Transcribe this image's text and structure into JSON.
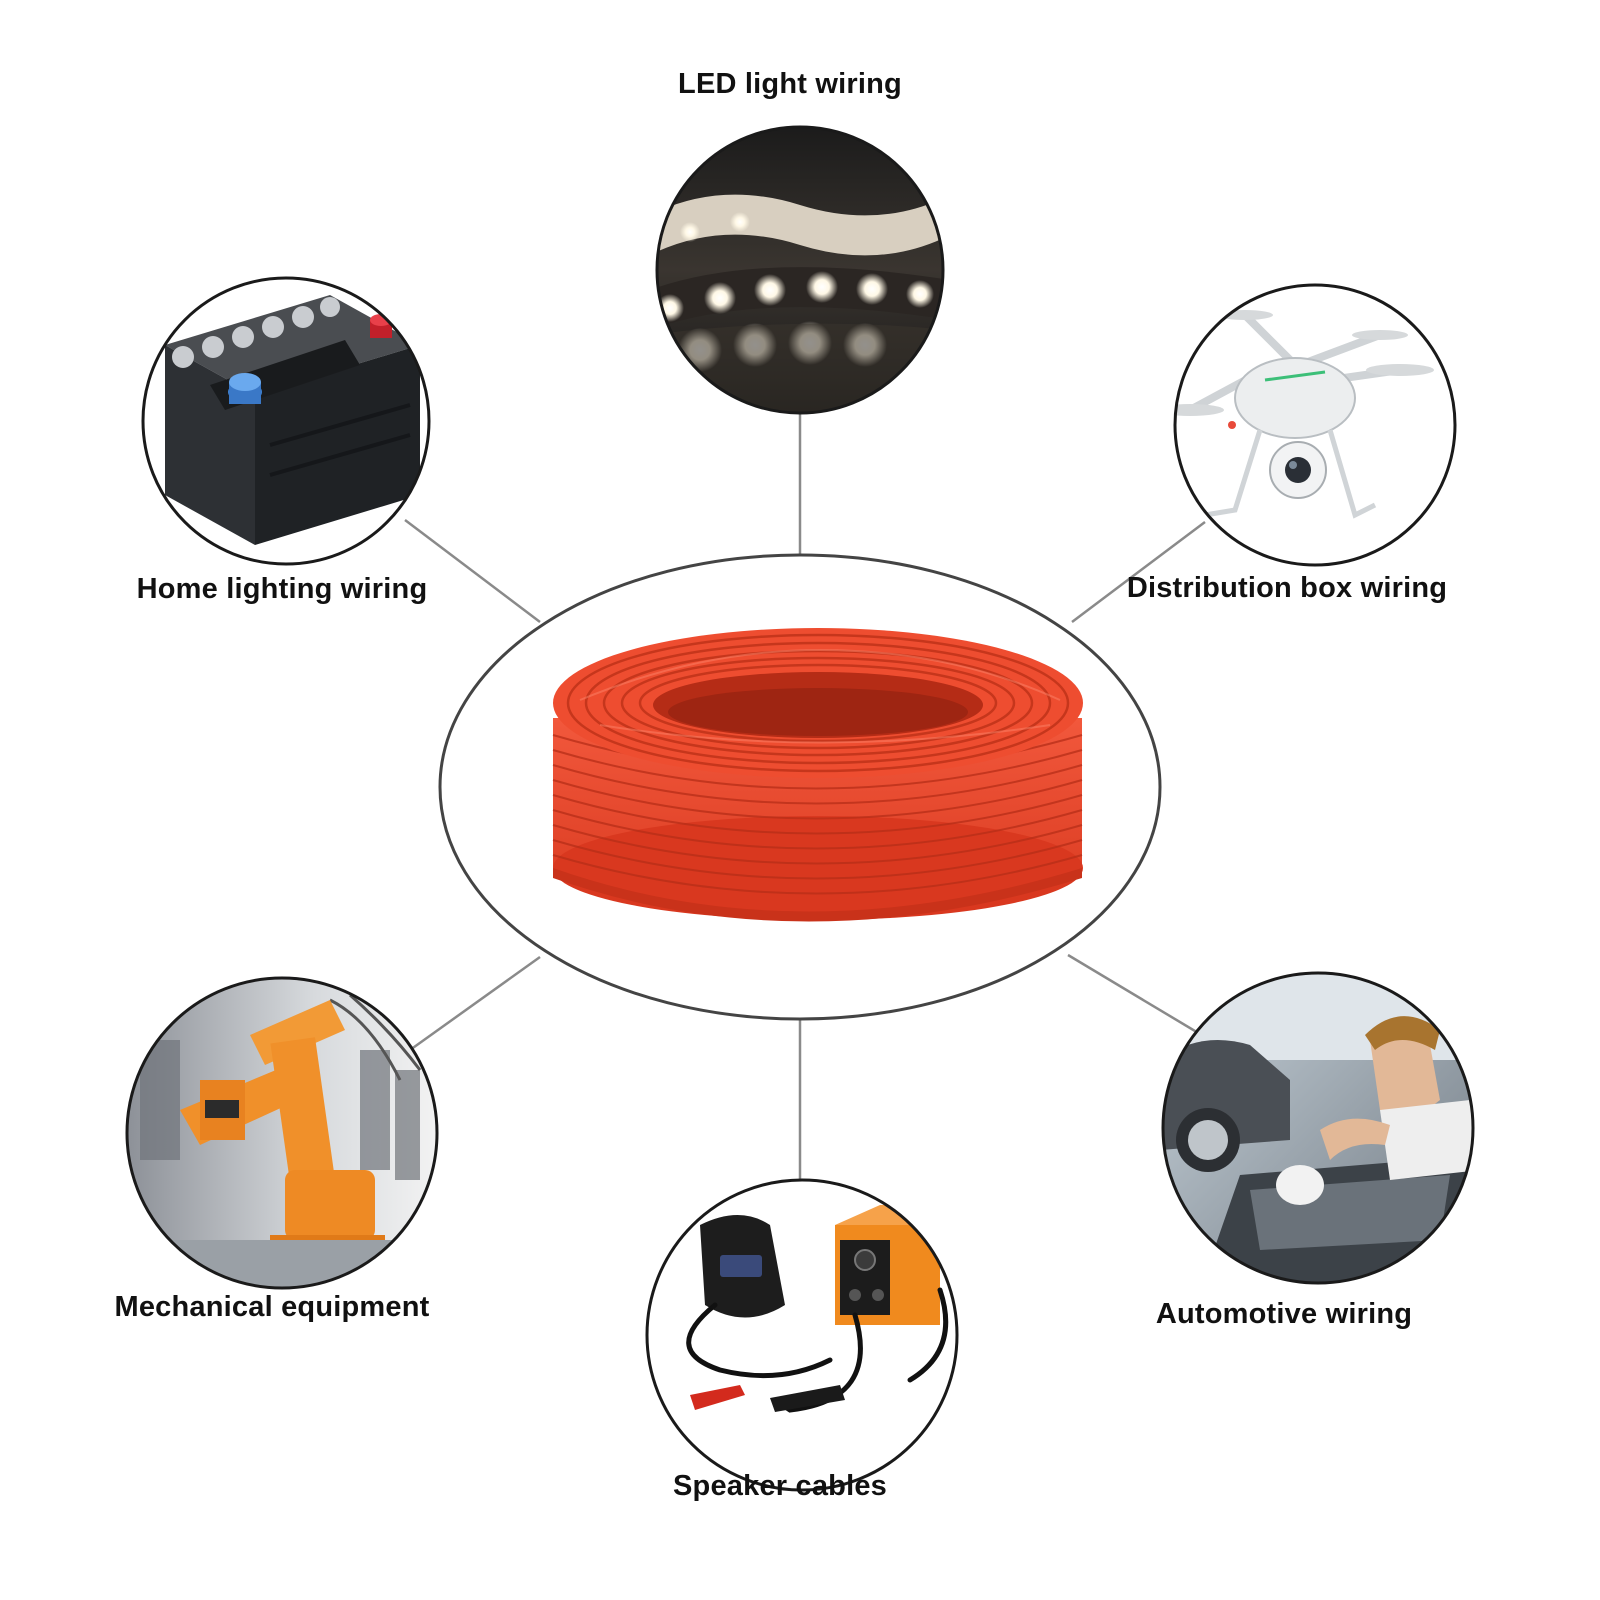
{
  "center": {
    "name": "red-cable-coil",
    "color": "#e8452c"
  },
  "applications": [
    {
      "label": "LED light wiring",
      "icon": "led-strip-icon"
    },
    {
      "label": "Distribution box wiring",
      "icon": "drone-icon"
    },
    {
      "label": "Automotive wiring",
      "icon": "mechanic-car-icon"
    },
    {
      "label": "Speaker cables",
      "icon": "welding-machine-icon"
    },
    {
      "label": "Mechanical equipment",
      "icon": "robot-arm-icon"
    },
    {
      "label": "Home lighting wiring",
      "icon": "car-battery-icon"
    }
  ],
  "colors": {
    "connector": "#8a8a8a",
    "circle_border": "#1a1a1a",
    "cable": "#e8452c",
    "robot": "#f0902a",
    "welder": "#f08a1e"
  }
}
